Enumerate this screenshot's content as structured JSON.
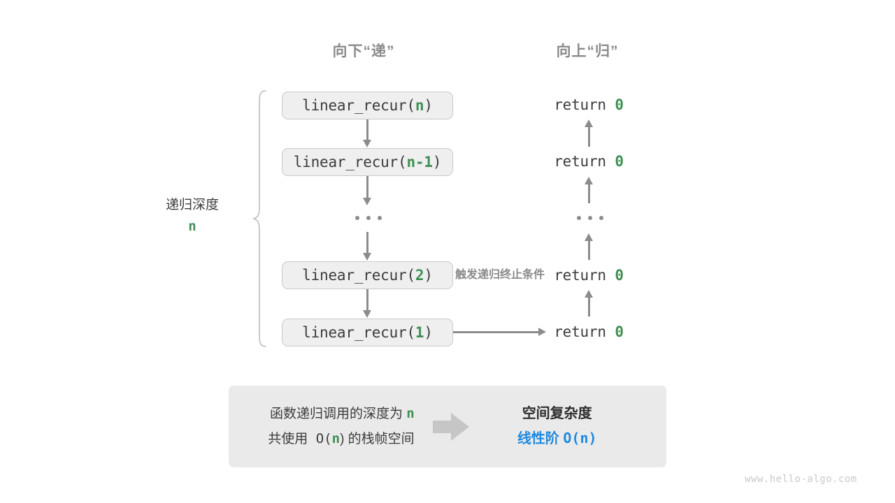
{
  "headers": {
    "down": "向下“递”",
    "up": "向上“归”"
  },
  "depth": {
    "label": "递归深度",
    "value": "n"
  },
  "annotation": {
    "line1": "触发递归终止条件"
  },
  "calls": [
    {
      "name": "linear_recur(",
      "arg": "n",
      "close": ")"
    },
    {
      "name": "linear_recur(",
      "arg": "n-1",
      "close": ")"
    },
    {
      "name": "linear_recur(",
      "arg": "2",
      "close": ")"
    },
    {
      "name": "linear_recur(",
      "arg": "1",
      "close": ")"
    }
  ],
  "returns": [
    {
      "kw": "return ",
      "val": "0"
    },
    {
      "kw": "return ",
      "val": "0"
    },
    {
      "kw": "return ",
      "val": "0"
    },
    {
      "kw": "return ",
      "val": "0"
    }
  ],
  "ellipsis": "…",
  "summary": {
    "left_line1_pre": "函数递归调用的深度为 ",
    "left_line1_var": "n",
    "left_line2_pre": "共使用 O(",
    "left_line2_var": "n",
    "left_line2_post": ") 的栈帧空间",
    "right_title": "空间复杂度",
    "right_value_prefix": "线性阶 ",
    "right_value_big_o": "O(",
    "right_value_var": "n",
    "right_value_close": ")"
  },
  "watermark": "www.hello-algo.com",
  "colors": {
    "green": "#3f8f55",
    "blue": "#1f8ae0",
    "gray_text": "#8a8a8a",
    "box_fill": "#efefef",
    "box_border": "#c9c9c9",
    "panel_fill": "#eaeaea",
    "arrow": "#8c8c8c"
  }
}
